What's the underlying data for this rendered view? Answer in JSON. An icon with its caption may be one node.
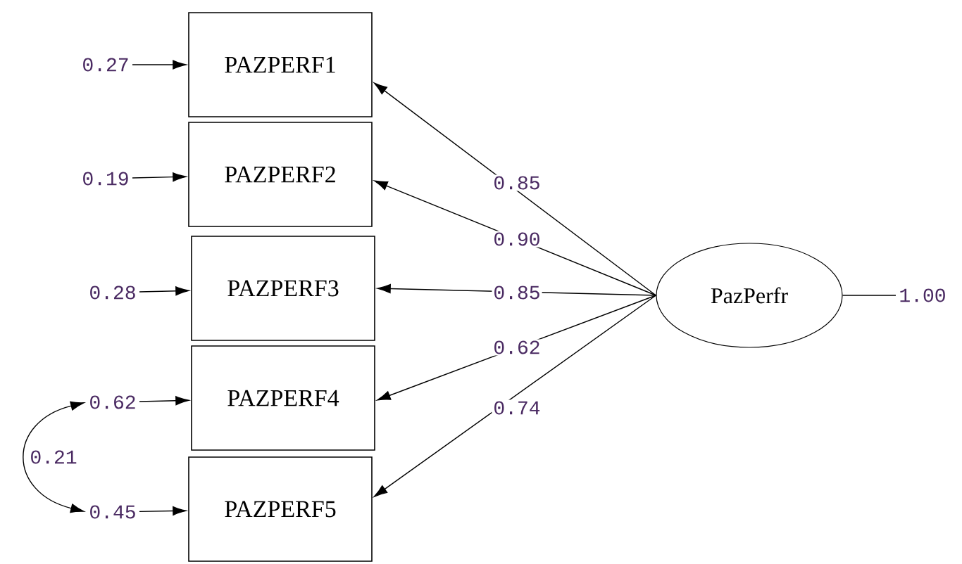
{
  "diagram": {
    "nodes": [
      {
        "text": [
          "PAZPERF1"
        ]
      },
      {
        "text": [
          "PAZPERF2"
        ]
      },
      {
        "text": [
          "PAZPERF3"
        ]
      },
      {
        "text": [
          "PAZPERF4"
        ]
      },
      {
        "text": [
          "PAZPERF5"
        ]
      },
      {
        "text": [
          "PazPerfr"
        ]
      },
      {
        "text": [
          "0.27"
        ]
      },
      {
        "text": [
          "0.19"
        ]
      },
      {
        "text": [
          "0.28"
        ]
      },
      {
        "text": [
          "0.62"
        ]
      },
      {
        "text": [
          "0.45"
        ]
      },
      {
        "text": [
          "1.00"
        ]
      }
    ],
    "edges": [
      {
        "from": 5,
        "to": 0,
        "arrow": "to",
        "label": "0.85"
      },
      {
        "from": 5,
        "to": 1,
        "arrow": "to",
        "label": "0.90"
      },
      {
        "from": 5,
        "to": 2,
        "arrow": "to",
        "label": "0.85"
      },
      {
        "from": 5,
        "to": 3,
        "arrow": "to",
        "label": "0.62"
      },
      {
        "from": 5,
        "to": 4,
        "arrow": "to",
        "label": "0.74"
      },
      {
        "from": 6,
        "to": 0,
        "arrow": "to"
      },
      {
        "from": 7,
        "to": 1,
        "arrow": "to"
      },
      {
        "from": 8,
        "to": 2,
        "arrow": "to"
      },
      {
        "from": 9,
        "to": 3,
        "arrow": "to"
      },
      {
        "from": 10,
        "to": 4,
        "arrow": "to"
      },
      {
        "from": 5,
        "to": 11,
        "arrow": "none"
      },
      {
        "from": 9,
        "to": 10,
        "arrow": "both",
        "label": "0.21"
      }
    ]
  }
}
